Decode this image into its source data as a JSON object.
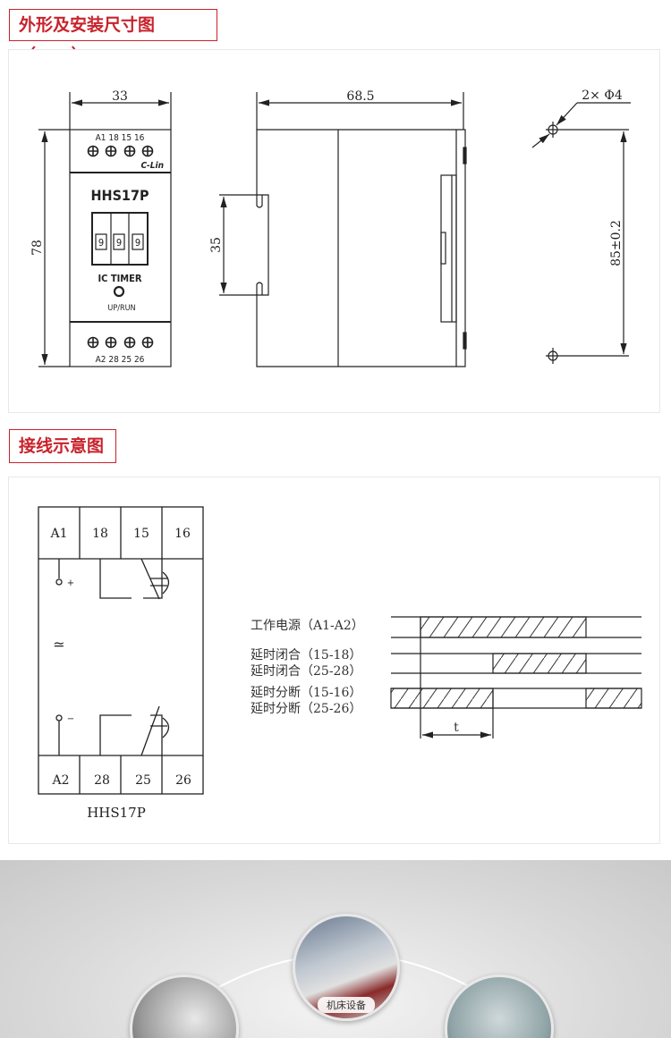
{
  "section1": {
    "title": "外形及安装尺寸图（mm）"
  },
  "front_view": {
    "top_terminals": "A1 18 15 16",
    "bottom_terminals": "A2 28 25 26",
    "brand": "C-Lin",
    "model": "HHS17P",
    "dial_digits": [
      "9",
      "9",
      "9"
    ],
    "product_label": "IC TIMER",
    "led_label": "UP/RUN",
    "width_dim": "33",
    "height_dim": "78"
  },
  "side_view": {
    "depth_dim": "68.5",
    "rail_dim": "35"
  },
  "mount_view": {
    "hole_dim": "2× Φ4",
    "spacing_dim": "85±0.2"
  },
  "section2": {
    "title": "接线示意图"
  },
  "wiring": {
    "top_terminals": [
      "A1",
      "18",
      "15",
      "16"
    ],
    "bottom_terminals": [
      "A2",
      "28",
      "25",
      "26"
    ],
    "plus": "+",
    "minus": "−",
    "ac_symbol": "≃",
    "model": "HHS17P"
  },
  "timing": {
    "labels": [
      "工作电源（A1-A2）",
      "延时闭合（15-18）",
      "延时闭合（25-28）",
      "延时分断（15-16）",
      "延时分断（25-26）"
    ],
    "t_label": "t"
  },
  "applications": {
    "center_label": "机床设备"
  }
}
